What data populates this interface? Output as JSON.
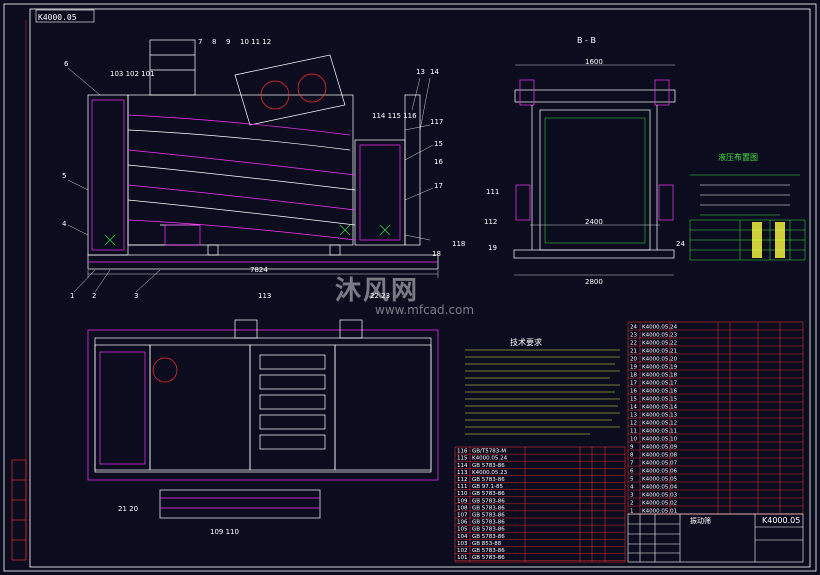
{
  "drawing_code": "K4000.05",
  "section_label": "B - B",
  "hydraulic_title": "液压布置图",
  "tech_title": "技术要求",
  "title_block": {
    "name": "振动筛",
    "code": "K4000.05"
  },
  "watermark": {
    "cn": "沐风网",
    "en": "www.mfcad.com"
  },
  "dimensions": {
    "main_length": "7824",
    "section_width": "2800",
    "section_inner": "2400",
    "section_top": "1600"
  },
  "part_labels_main": [
    "6",
    "103 102 101",
    "7",
    "8",
    "9",
    "10 11 12",
    "13",
    "14",
    "5",
    "4",
    "1",
    "2",
    "3",
    "114 115 116",
    "117",
    "15",
    "16",
    "17",
    "118",
    "18"
  ],
  "part_labels_section": [
    "111",
    "112",
    "19",
    "24"
  ],
  "part_labels_plan": [
    "113",
    "22 23",
    "21 20",
    "109 110"
  ],
  "parts_left": [
    [
      "116",
      "GB/T5783-M"
    ],
    [
      "115",
      "K4000.05.24"
    ],
    [
      "114",
      "GB 5783-86"
    ],
    [
      "113",
      "K4000.05.23"
    ],
    [
      "112",
      "GB 5783-86"
    ],
    [
      "111",
      "GB 97.1-85"
    ],
    [
      "110",
      "GB 5783-86"
    ],
    [
      "109",
      "GB 5783-86"
    ],
    [
      "108",
      "GB 5783-86"
    ],
    [
      "107",
      "GB 5783-86"
    ],
    [
      "106",
      "GB 5783-86"
    ],
    [
      "105",
      "GB 5783-86"
    ],
    [
      "104",
      "GB 5783-86"
    ],
    [
      "103",
      "GB 853-88"
    ],
    [
      "102",
      "GB 5783-86"
    ],
    [
      "101",
      "GB 5783-86"
    ]
  ],
  "parts_right": [
    [
      "24",
      "K4000.05.24"
    ],
    [
      "23",
      "K4000.05.23"
    ],
    [
      "22",
      "K4000.05.22"
    ],
    [
      "21",
      "K4000.05.21"
    ],
    [
      "20",
      "K4000.05.20"
    ],
    [
      "19",
      "K4000.05.19"
    ],
    [
      "18",
      "K4000.05.18"
    ],
    [
      "17",
      "K4000.05.17"
    ],
    [
      "16",
      "K4000.05.16"
    ],
    [
      "15",
      "K4000.05.15"
    ],
    [
      "14",
      "K4000.05.14"
    ],
    [
      "13",
      "K4000.05.13"
    ],
    [
      "12",
      "K4000.05.12"
    ],
    [
      "11",
      "K4000.05.11"
    ],
    [
      "10",
      "K4000.05.10"
    ],
    [
      "9",
      "K4000.05.09"
    ],
    [
      "8",
      "K4000.05.08"
    ],
    [
      "7",
      "K4000.05.07"
    ],
    [
      "6",
      "K4000.05.06"
    ],
    [
      "5",
      "K4000.05.05"
    ],
    [
      "4",
      "K4000.05.04"
    ],
    [
      "3",
      "K4000.05.03"
    ],
    [
      "2",
      "K4000.05.02"
    ],
    [
      "1",
      "K4000.05.01"
    ]
  ],
  "colors": {
    "bg": "#0b0d1e",
    "white": "#ffffff",
    "magenta": "#ff30ff",
    "green": "#3fe23f",
    "red": "#ff3030",
    "yellow": "#ffff40",
    "cyan": "#40ffff"
  }
}
